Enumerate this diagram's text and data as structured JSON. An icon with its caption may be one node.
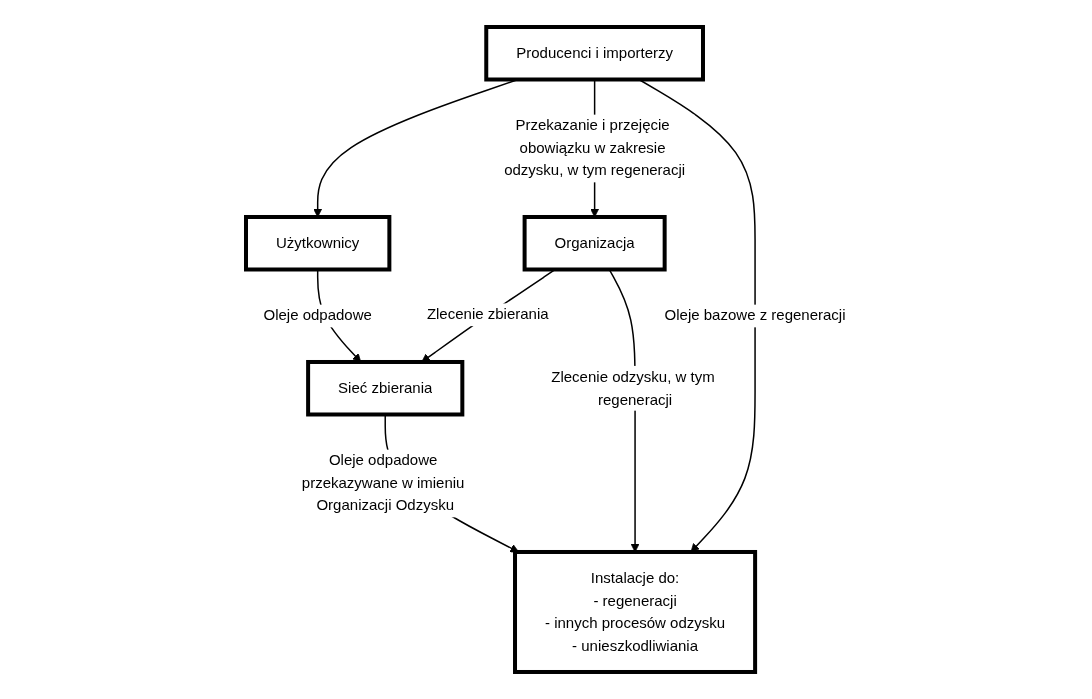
{
  "diagram": {
    "nodes": [
      {
        "text": [
          "Producenci i importerzy"
        ]
      },
      {
        "text": [
          "Użytkownicy"
        ]
      },
      {
        "text": [
          "Organizacja"
        ]
      },
      {
        "text": [
          "Sieć zbierania"
        ]
      },
      {
        "text": [
          "Instalacje do:",
          "- regeneracji",
          "- innych procesów odzysku",
          "- unieszkodliwiania"
        ]
      }
    ],
    "edges": [
      {
        "from": 0,
        "to": 1,
        "arrow": "to"
      },
      {
        "from": 0,
        "to": 2,
        "arrow": "to",
        "label": "Przekazanie i przejęcie obowiązku w zakresie odzysku, w tym regeneracji"
      },
      {
        "from": 0,
        "to": 4,
        "arrow": "to",
        "label": "Oleje bazowe z regeneracji"
      },
      {
        "from": 1,
        "to": 3,
        "arrow": "to",
        "label": "Oleje odpadowe"
      },
      {
        "from": 2,
        "to": 3,
        "arrow": "to",
        "label": "Zlecenie zbierania"
      },
      {
        "from": 2,
        "to": 4,
        "arrow": "to",
        "label": "Zlecenie odzysku, w tym regeneracji"
      },
      {
        "from": 3,
        "to": 4,
        "arrow": "to",
        "label": "Oleje odpadowe przekazywane w imieniu Organizacji Odzysku"
      }
    ]
  }
}
